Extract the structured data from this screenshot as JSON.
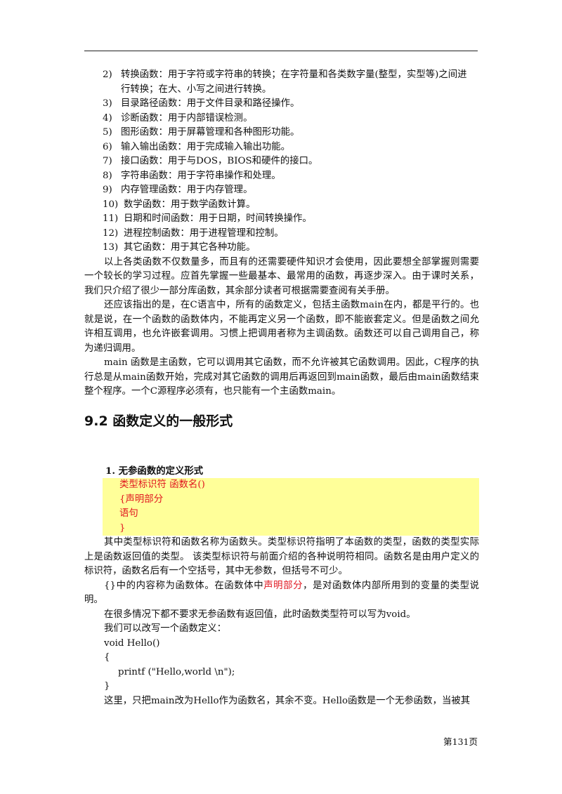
{
  "list": [
    {
      "num": "2)",
      "lines": [
        "转换函数：用于字符或字符串的转换；在字符量和各类数字量(整型，实型等)之间进",
        "行转换；在大、小写之间进行转换。"
      ]
    },
    {
      "num": "3)",
      "lines": [
        "目录路径函数：用于文件目录和路径操作。"
      ]
    },
    {
      "num": "4)",
      "lines": [
        "诊断函数：用于内部错误检测。"
      ]
    },
    {
      "num": "5)",
      "lines": [
        "图形函数：用于屏幕管理和各种图形功能。"
      ]
    },
    {
      "num": "6)",
      "lines": [
        "输入输出函数：用于完成输入输出功能。"
      ]
    },
    {
      "num": "7)",
      "lines": [
        "接口函数：用于与DOS，BIOS和硬件的接口。"
      ]
    },
    {
      "num": "8)",
      "lines": [
        "字符串函数：用于字符串操作和处理。"
      ]
    },
    {
      "num": "9)",
      "lines": [
        "内存管理函数：用于内存管理。"
      ]
    },
    {
      "num": "10)",
      "lines": [
        "数学函数：用于数学函数计算。"
      ]
    },
    {
      "num": "11)",
      "lines": [
        "日期和时间函数：用于日期，时间转换操作。"
      ]
    },
    {
      "num": "12)",
      "lines": [
        "进程控制函数：用于进程管理和控制。"
      ]
    },
    {
      "num": "13)",
      "lines": [
        "其它函数：用于其它各种功能。"
      ]
    }
  ],
  "paras": [
    "以上各类函数不仅数量多，而且有的还需要硬件知识才会使用，因此要想全部掌握则需要一个较长的学习过程。应首先掌握一些最基本、最常用的函数，再逐步深入。由于课时关系，我们只介绍了很少一部分库函数，其余部分读者可根据需要查阅有关手册。",
    "还应该指出的是，在C语言中，所有的函数定义，包括主函数main在内，都是平行的。也就是说，在一个函数的函数体内，不能再定义另一个函数，即不能嵌套定义。但是函数之间允许相互调用，也允许嵌套调用。习惯上把调用者称为主调函数。函数还可以自己调用自己，称为递归调用。",
    "main 函数是主函数，它可以调用其它函数，而不允许被其它函数调用。因此，C程序的执行总是从main函数开始，完成对其它函数的调用后再返回到main函数，最后由main函数结束整个程序。一个C源程序必须有，也只能有一个主函数main。"
  ],
  "section_title": "9.2 函数定义的一般形式",
  "subsection_title": "1.   无参函数的定义形式",
  "code_box": [
    "类型标识符  函数名()",
    "{声明部分",
    "  语句",
    "}"
  ],
  "after": {
    "p1": "其中类型标识符和函数名称为函数头。类型标识符指明了本函数的类型，函数的类型实际上是函数返回值的类型。  该类型标识符与前面介绍的各种说明符相同。函数名是由用户定义的标识符，函数名后有一个空括号，其中无参数，但括号不可少。",
    "p2_a": "{}中的内容称为函数体。在函数体中",
    "p2_red": "声明部分",
    "p2_b": "，是对函数体内部所用到的变量的类型说明。",
    "p3": "在很多情况下都不要求无参函数有返回值，此时函数类型符可以写为void。",
    "p4": "我们可以改写一个函数定义：",
    "code1": "void Hello()",
    "code2": "{",
    "code3": "printf (\"Hello,world \\n\");",
    "code4": "}",
    "p5": "这里，只把main改为Hello作为函数名，其余不变。Hello函数是一个无参函数，当被其"
  },
  "footer": "第131页"
}
